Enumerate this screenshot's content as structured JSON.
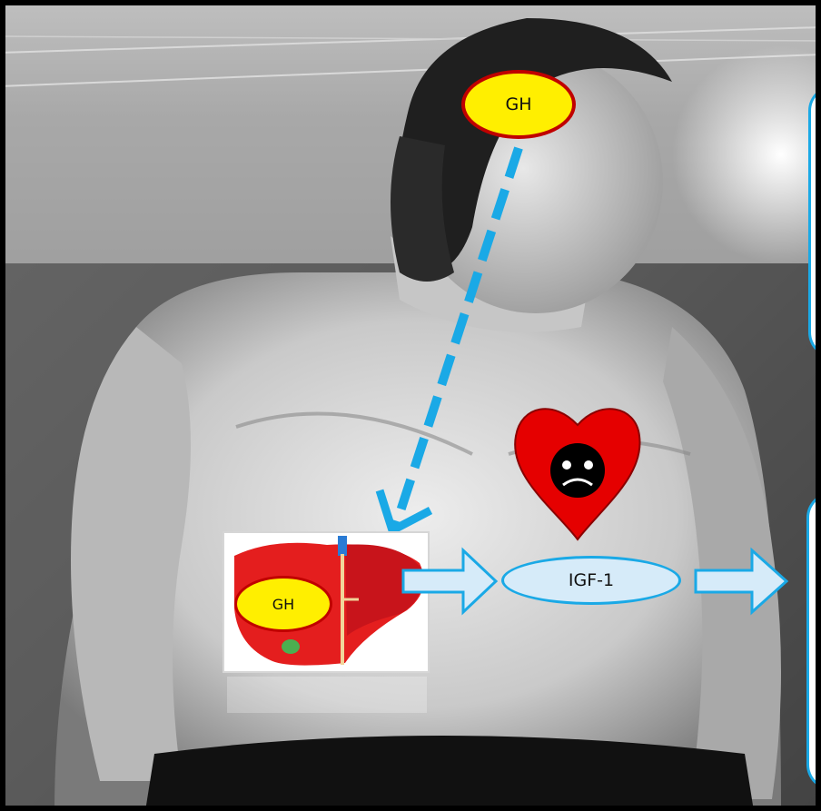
{
  "diagram": {
    "labels": {
      "gh_top": "GH",
      "gh_liver": "GH",
      "igf1": "IGF-1"
    },
    "colors": {
      "gh_fill": "#ffef00",
      "gh_border": "#c00000",
      "arrow_blue": "#1aa9e6",
      "arrow_fill": "#d6ebf9",
      "heart_red": "#e50000",
      "liver_red": "#e41e1e"
    },
    "icons": [
      "liver-icon",
      "sad-heart-icon",
      "dashed-arrow-icon",
      "block-arrow-icon"
    ]
  }
}
